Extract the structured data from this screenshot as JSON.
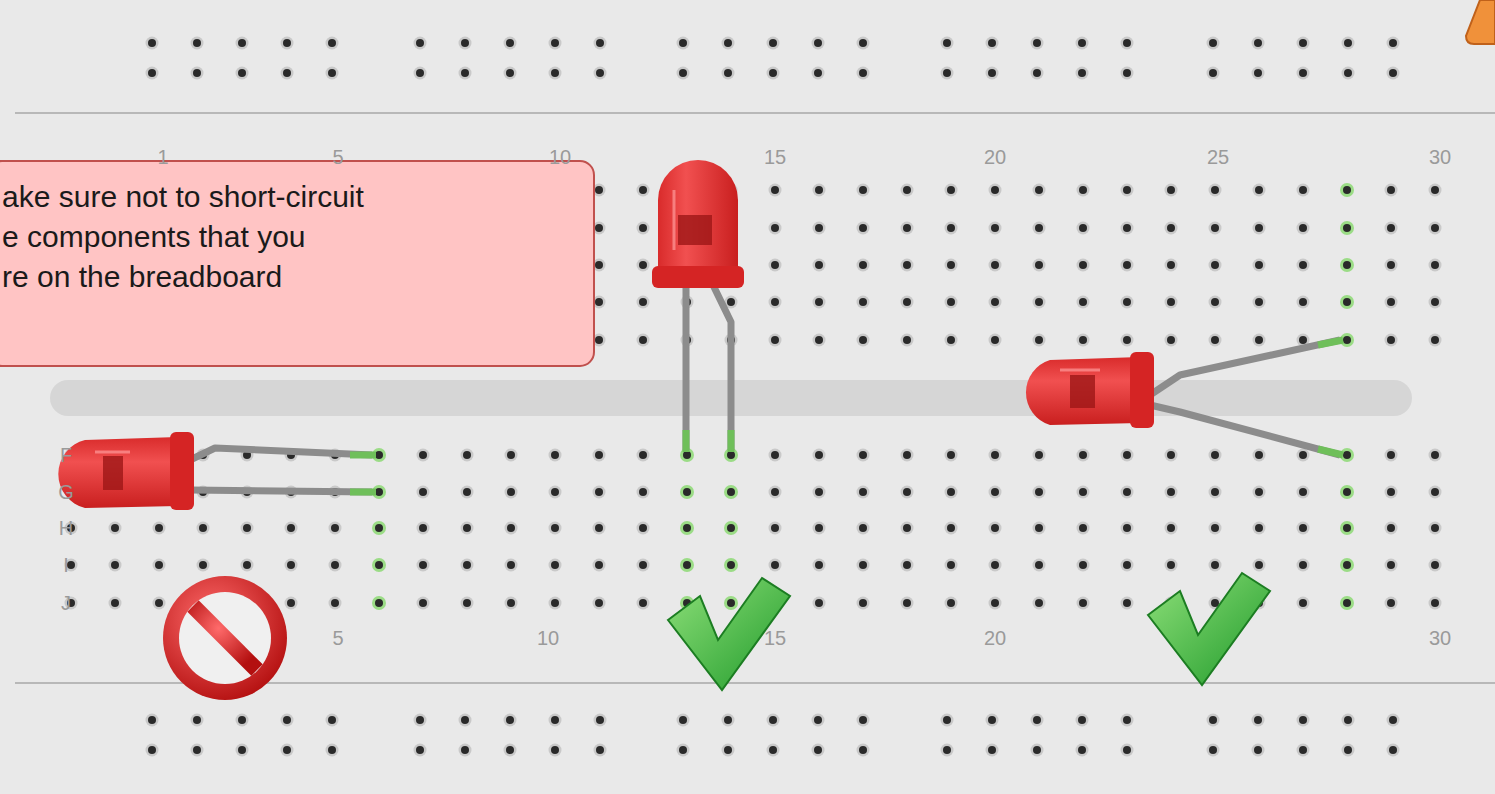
{
  "diagram": {
    "nodes": [
      {
        "text": [
          "ake sure not to short-circuit e components that you re on the breadboard"
        ]
      }
    ],
    "labels": [
      "1",
      "5",
      "10",
      "15",
      "20",
      "25",
      "30",
      "F",
      "G",
      "H",
      "I",
      "J",
      "5",
      "10",
      "15",
      "20",
      "30"
    ]
  }
}
